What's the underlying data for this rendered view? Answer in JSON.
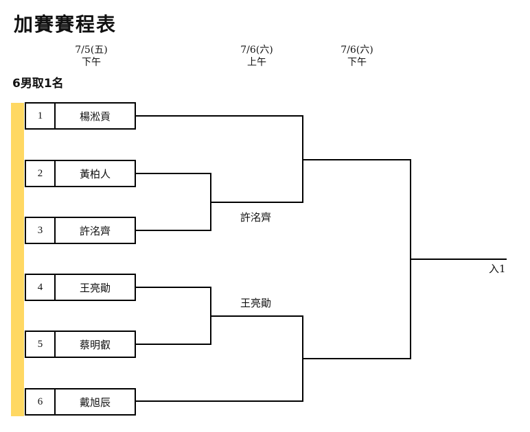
{
  "title": "加賽賽程表",
  "schedule": [
    {
      "date": "7/5(五)",
      "session": "下午"
    },
    {
      "date": "7/6(六)",
      "session": "上午"
    },
    {
      "date": "7/6(六)",
      "session": "下午"
    }
  ],
  "category": "6男取1名",
  "entries": [
    {
      "seed": "1",
      "name": "楊淞貢"
    },
    {
      "seed": "2",
      "name": "黃柏人"
    },
    {
      "seed": "3",
      "name": "許洺齊"
    },
    {
      "seed": "4",
      "name": "王亮勛"
    },
    {
      "seed": "5",
      "name": "蔡明叡"
    },
    {
      "seed": "6",
      "name": "戴旭辰"
    }
  ],
  "results": {
    "match_2v3_winner": "許洺齊",
    "match_4v5_winner": "王亮勛"
  },
  "advance_label": "入1",
  "colors": {
    "seed_bar": "#FFD863",
    "lines": "#000000"
  }
}
